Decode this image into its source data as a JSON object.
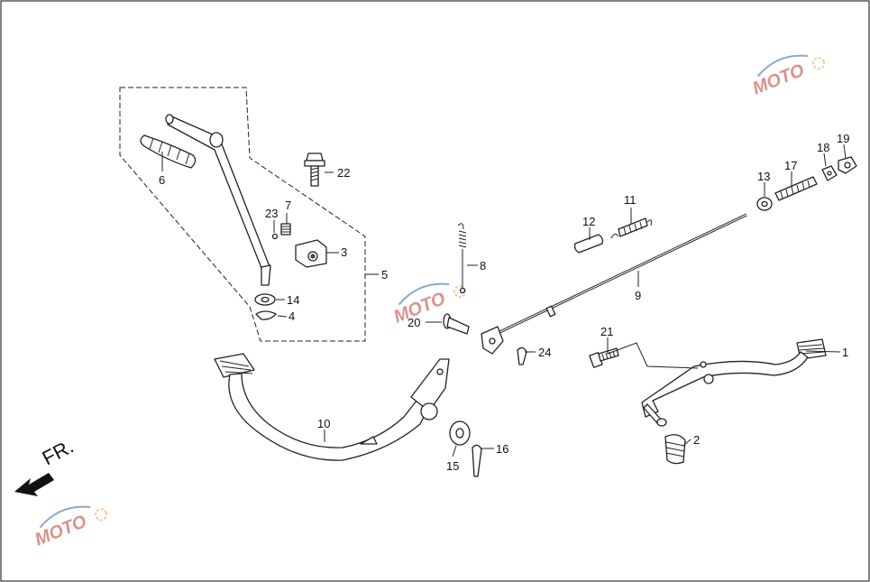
{
  "direction_label": "FR.",
  "watermark": {
    "text": "MOTO",
    "colors": {
      "primary": "#c0392b",
      "secondary": "#2f5fa8",
      "accent": "#e8a23a"
    }
  },
  "callouts": [
    {
      "id": "1",
      "text": "1"
    },
    {
      "id": "2",
      "text": "2"
    },
    {
      "id": "3",
      "text": "3"
    },
    {
      "id": "4",
      "text": "4"
    },
    {
      "id": "5",
      "text": "5"
    },
    {
      "id": "6",
      "text": "6"
    },
    {
      "id": "7",
      "text": "7"
    },
    {
      "id": "8",
      "text": "8"
    },
    {
      "id": "9",
      "text": "9"
    },
    {
      "id": "10",
      "text": "10"
    },
    {
      "id": "11",
      "text": "11"
    },
    {
      "id": "12",
      "text": "12"
    },
    {
      "id": "13",
      "text": "13"
    },
    {
      "id": "14",
      "text": "14"
    },
    {
      "id": "15",
      "text": "15"
    },
    {
      "id": "16",
      "text": "16"
    },
    {
      "id": "17",
      "text": "17"
    },
    {
      "id": "18",
      "text": "18"
    },
    {
      "id": "19",
      "text": "19"
    },
    {
      "id": "20",
      "text": "20"
    },
    {
      "id": "21",
      "text": "21"
    },
    {
      "id": "22",
      "text": "22"
    },
    {
      "id": "23",
      "text": "23"
    },
    {
      "id": "24",
      "text": "24"
    }
  ]
}
